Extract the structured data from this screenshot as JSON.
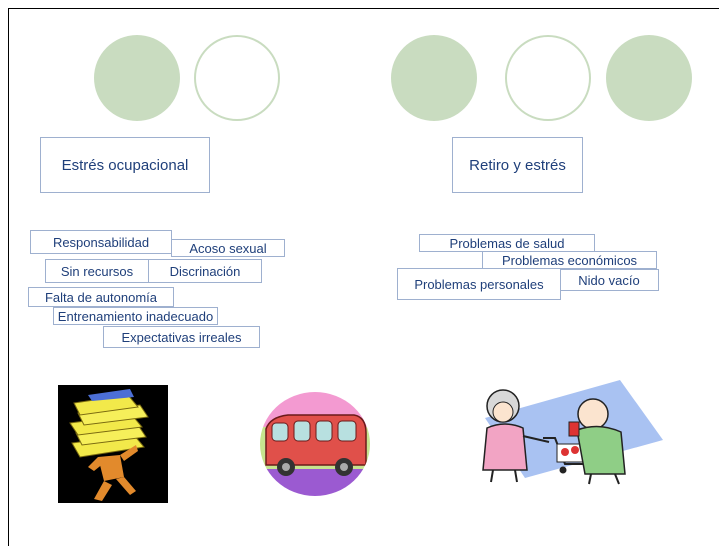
{
  "left_section": {
    "title": "Estrés ocupacional",
    "tags": [
      "Responsabilidad",
      "Acoso sexual",
      "Sin recursos",
      "Discrinación",
      "Falta de autonomía",
      "Entrenamiento inadecuado",
      "Expectativas irreales"
    ]
  },
  "right_section": {
    "title": "Retiro y estrés",
    "tags": [
      "Problemas de salud",
      "Problemas económicos",
      "Nido vacío",
      "Problemas personales"
    ]
  },
  "colors": {
    "circle_fill": "#c9dcc0",
    "box_border": "#9eb0cf",
    "text": "#1f3f7a"
  },
  "images": [
    "worker-carrying-papers-clipart",
    "bus-clipart",
    "couple-shopping-cart-clipart"
  ]
}
